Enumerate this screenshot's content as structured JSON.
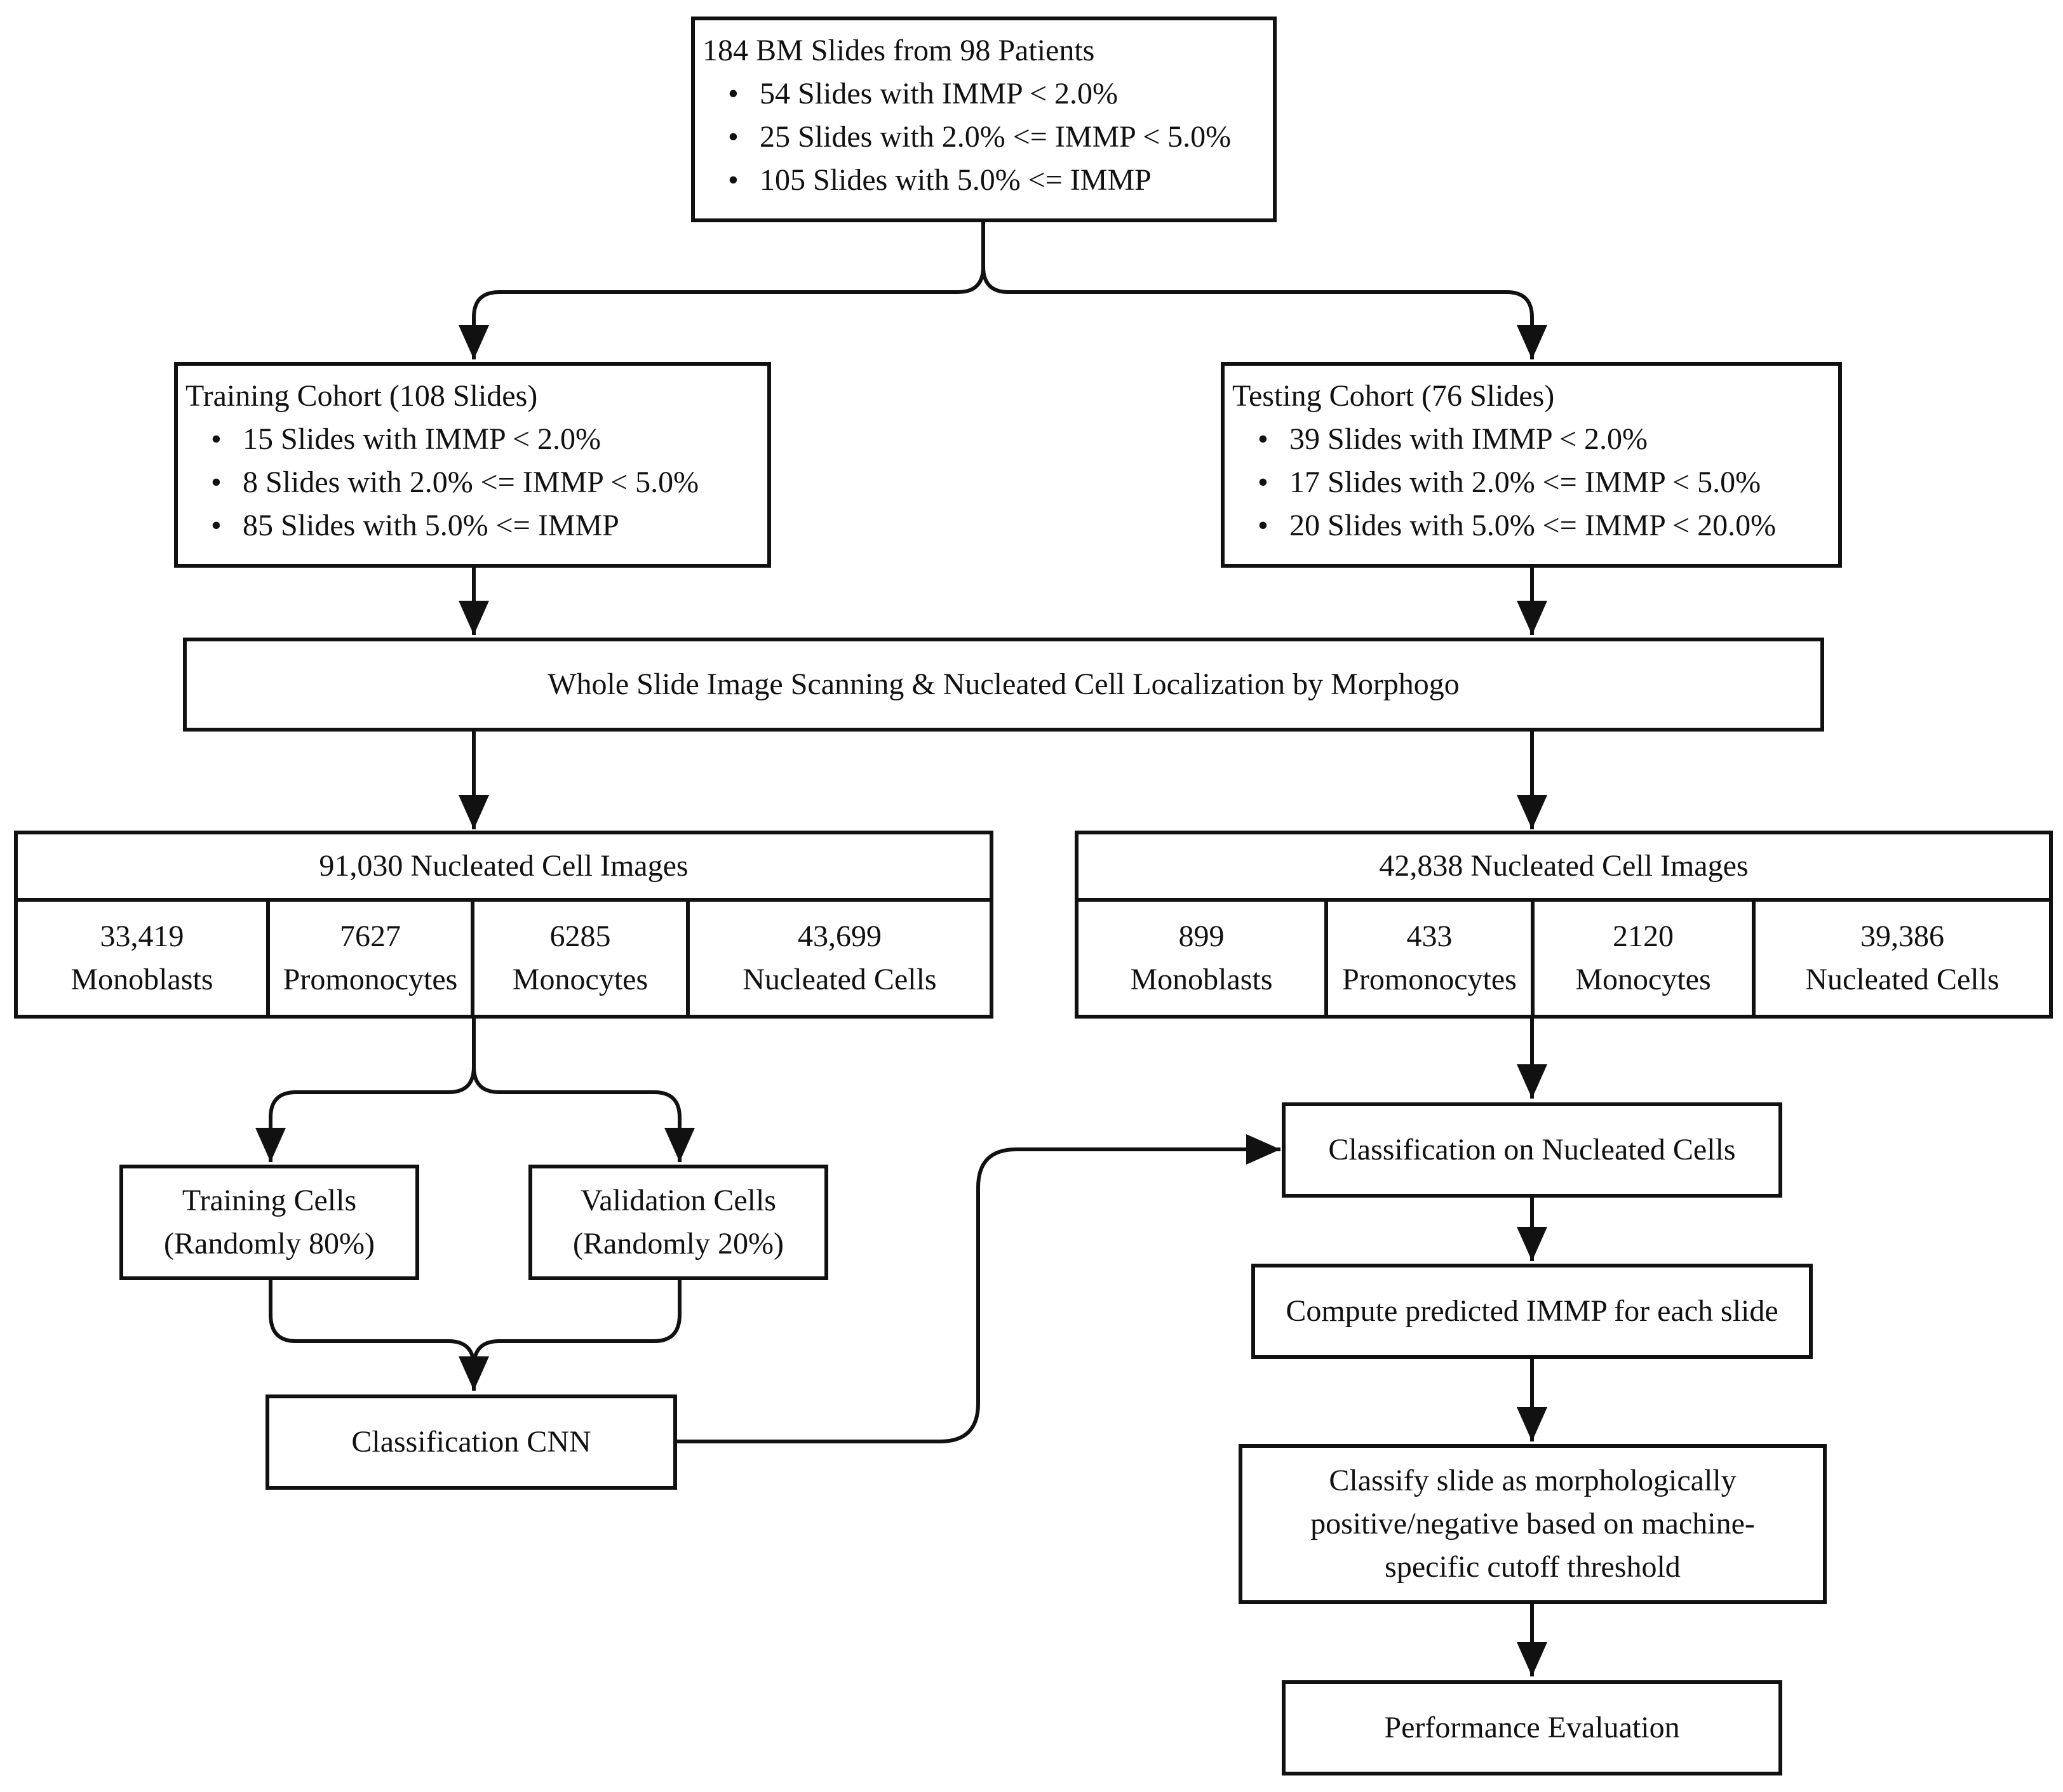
{
  "top": {
    "title": "184 BM Slides from 98 Patients",
    "items": [
      "54 Slides with IMMP < 2.0%",
      "25 Slides with 2.0% <= IMMP < 5.0%",
      "105 Slides with 5.0% <= IMMP"
    ]
  },
  "training_cohort": {
    "title": "Training Cohort (108 Slides)",
    "items": [
      "15 Slides with IMMP < 2.0%",
      "8 Slides with 2.0% <= IMMP < 5.0%",
      "85 Slides with 5.0% <= IMMP"
    ]
  },
  "testing_cohort": {
    "title": "Testing Cohort (76 Slides)",
    "items": [
      "39 Slides with IMMP < 2.0%",
      "17 Slides with 2.0% <= IMMP < 5.0%",
      "20 Slides with 5.0% <= IMMP < 20.0%"
    ]
  },
  "scanning": "Whole Slide Image Scanning & Nucleated Cell Localization by Morphogo",
  "train_images": {
    "title": "91,030 Nucleated Cell Images",
    "cells": [
      {
        "count": "33,419",
        "label": "Monoblasts"
      },
      {
        "count": "7627",
        "label": "Promonocytes"
      },
      {
        "count": "6285",
        "label": "Monocytes"
      },
      {
        "count": "43,699",
        "label": "Nucleated Cells"
      }
    ]
  },
  "test_images": {
    "title": "42,838 Nucleated Cell Images",
    "cells": [
      {
        "count": "899",
        "label": "Monoblasts"
      },
      {
        "count": "433",
        "label": "Promonocytes"
      },
      {
        "count": "2120",
        "label": "Monocytes"
      },
      {
        "count": "39,386",
        "label": "Nucleated Cells"
      }
    ]
  },
  "training_cells": {
    "line1": "Training Cells",
    "line2": "(Randomly 80%)"
  },
  "validation_cells": {
    "line1": "Validation Cells",
    "line2": "(Randomly 20%)"
  },
  "cnn": "Classification CNN",
  "classification": "Classification on Nucleated Cells",
  "compute": "Compute predicted IMMP for each slide",
  "classify_slide": {
    "line1": "Classify slide as morphologically",
    "line2": "positive/negative based on machine-",
    "line3": "specific cutoff threshold"
  },
  "performance": "Performance Evaluation"
}
